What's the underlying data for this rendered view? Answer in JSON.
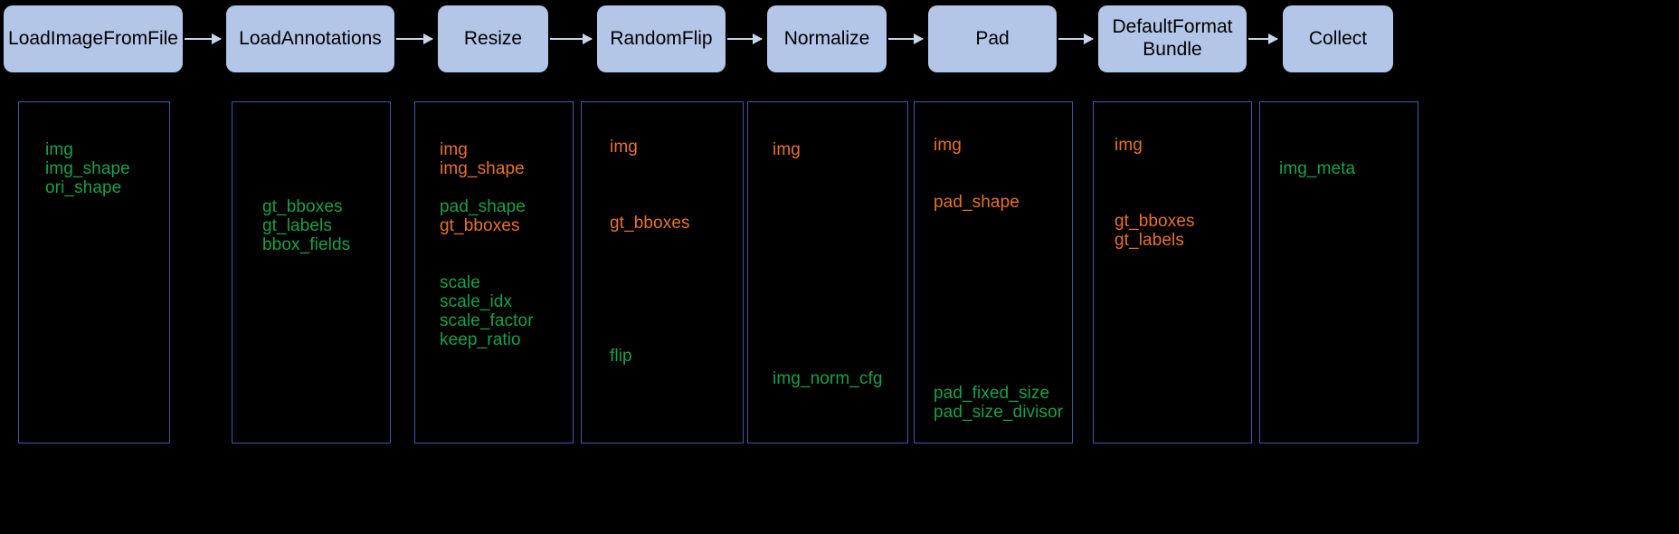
{
  "colors": {
    "stage_fill": "#b3c6e7",
    "panel_border": "#3b5aa6",
    "added_key": "#16a24a",
    "updated_key": "#e8722a",
    "background": "#000000",
    "arrow": "#c9d6ea"
  },
  "legend_meaning": {
    "green": "newly added key",
    "orange": "updated key"
  },
  "pipeline": {
    "stages": [
      {
        "id": "load-image-from-file",
        "label": "LoadImageFromFile"
      },
      {
        "id": "load-annotations",
        "label": "LoadAnnotations"
      },
      {
        "id": "resize",
        "label": "Resize"
      },
      {
        "id": "random-flip",
        "label": "RandomFlip"
      },
      {
        "id": "normalize",
        "label": "Normalize"
      },
      {
        "id": "pad",
        "label": "Pad"
      },
      {
        "id": "default-format-bundle",
        "label": "DefaultFormat\nBundle"
      },
      {
        "id": "collect",
        "label": "Collect"
      }
    ]
  },
  "columns": [
    {
      "id": "load-image-from-file",
      "fields": [
        {
          "text": "img",
          "color": "green"
        },
        {
          "text": "img_shape",
          "color": "green"
        },
        {
          "text": "ori_shape",
          "color": "green"
        }
      ]
    },
    {
      "id": "load-annotations",
      "fields": [
        {
          "text": "gt_bboxes",
          "color": "green"
        },
        {
          "text": "gt_labels",
          "color": "green"
        },
        {
          "text": "bbox_fields",
          "color": "green"
        }
      ]
    },
    {
      "id": "resize",
      "fields": [
        {
          "text": "img",
          "color": "orange"
        },
        {
          "text": "img_shape",
          "color": "orange"
        },
        {
          "text": "pad_shape",
          "color": "green"
        },
        {
          "text": "gt_bboxes",
          "color": "orange"
        },
        {
          "text": "scale",
          "color": "green"
        },
        {
          "text": "scale_idx",
          "color": "green"
        },
        {
          "text": "scale_factor",
          "color": "green"
        },
        {
          "text": "keep_ratio",
          "color": "green"
        }
      ]
    },
    {
      "id": "random-flip",
      "fields": [
        {
          "text": "img",
          "color": "orange"
        },
        {
          "text": "gt_bboxes",
          "color": "orange"
        },
        {
          "text": "flip",
          "color": "green"
        }
      ]
    },
    {
      "id": "normalize",
      "fields": [
        {
          "text": "img",
          "color": "orange"
        },
        {
          "text": "img_norm_cfg",
          "color": "green"
        }
      ]
    },
    {
      "id": "pad",
      "fields": [
        {
          "text": "img",
          "color": "orange"
        },
        {
          "text": "pad_shape",
          "color": "orange"
        },
        {
          "text": "pad_fixed_size",
          "color": "green"
        },
        {
          "text": "pad_size_divisor",
          "color": "green"
        }
      ]
    },
    {
      "id": "default-format-bundle",
      "fields": [
        {
          "text": "img",
          "color": "orange"
        },
        {
          "text": "gt_bboxes",
          "color": "orange"
        },
        {
          "text": "gt_labels",
          "color": "orange"
        }
      ]
    },
    {
      "id": "collect",
      "fields": [
        {
          "text": "img_meta",
          "color": "green"
        }
      ]
    }
  ]
}
